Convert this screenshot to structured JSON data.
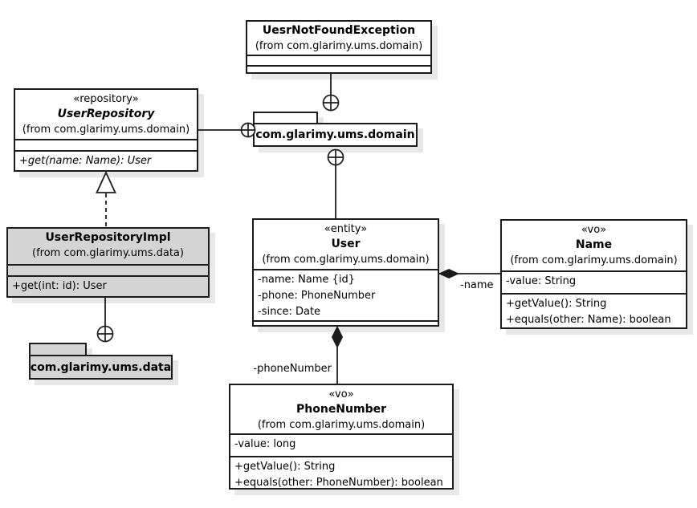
{
  "classes": {
    "exception": {
      "name": "UesrNotFoundException",
      "from": "(from com.glarimy.ums.domain)"
    },
    "repository": {
      "stereotype": "«repository»",
      "name": "UserRepository",
      "from": "(from com.glarimy.ums.domain)",
      "methods": [
        "+get(name: Name): User"
      ]
    },
    "repository_impl": {
      "name": "UserRepositoryImpl",
      "from": "(from com.glarimy.ums.data)",
      "methods": [
        "+get(int: id): User"
      ]
    },
    "user": {
      "stereotype": "«entity»",
      "name": "User",
      "from": "(from com.glarimy.ums.domain)",
      "attributes": [
        "-name: Name {id}",
        "-phone: PhoneNumber",
        "-since: Date"
      ]
    },
    "name_vo": {
      "stereotype": "«vo»",
      "name": "Name",
      "from": "(from com.glarimy.ums.domain)",
      "attributes": [
        "-value: String"
      ],
      "methods": [
        "+getValue(): String",
        "+equals(other: Name): boolean"
      ]
    },
    "phone_vo": {
      "stereotype": "«vo»",
      "name": "PhoneNumber",
      "from": "(from com.glarimy.ums.domain)",
      "attributes": [
        "-value: long"
      ],
      "methods": [
        "+getValue(): String",
        "+equals(other: PhoneNumber): boolean"
      ]
    }
  },
  "packages": {
    "domain": {
      "name": "com.glarimy.ums.domain"
    },
    "data": {
      "name": "com.glarimy.ums.data"
    }
  },
  "relationships": {
    "user_name_role": "-name",
    "user_phone_role": "-phoneNumber"
  },
  "colors": {
    "box_fill": "#ffffff",
    "impl_fill": "#d4d4d4",
    "border": "#1c1c1c",
    "shadow": "#e7e7e7"
  }
}
